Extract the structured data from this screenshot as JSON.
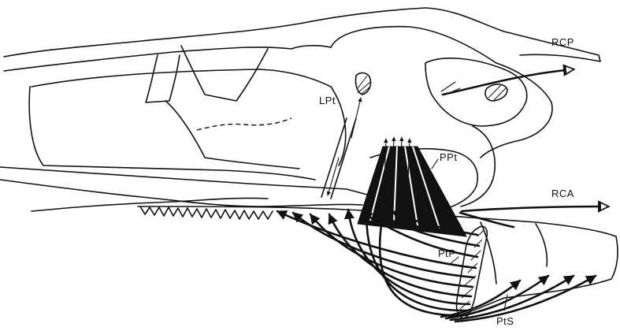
{
  "labels": {
    "rcp": "RCP",
    "lpt": "LPt",
    "ppt": "PPt",
    "rca": "RCA",
    "ptp": "PtP",
    "pts": "PtS"
  },
  "colors": {
    "ink": "#111111",
    "paper": "#ffffff"
  }
}
